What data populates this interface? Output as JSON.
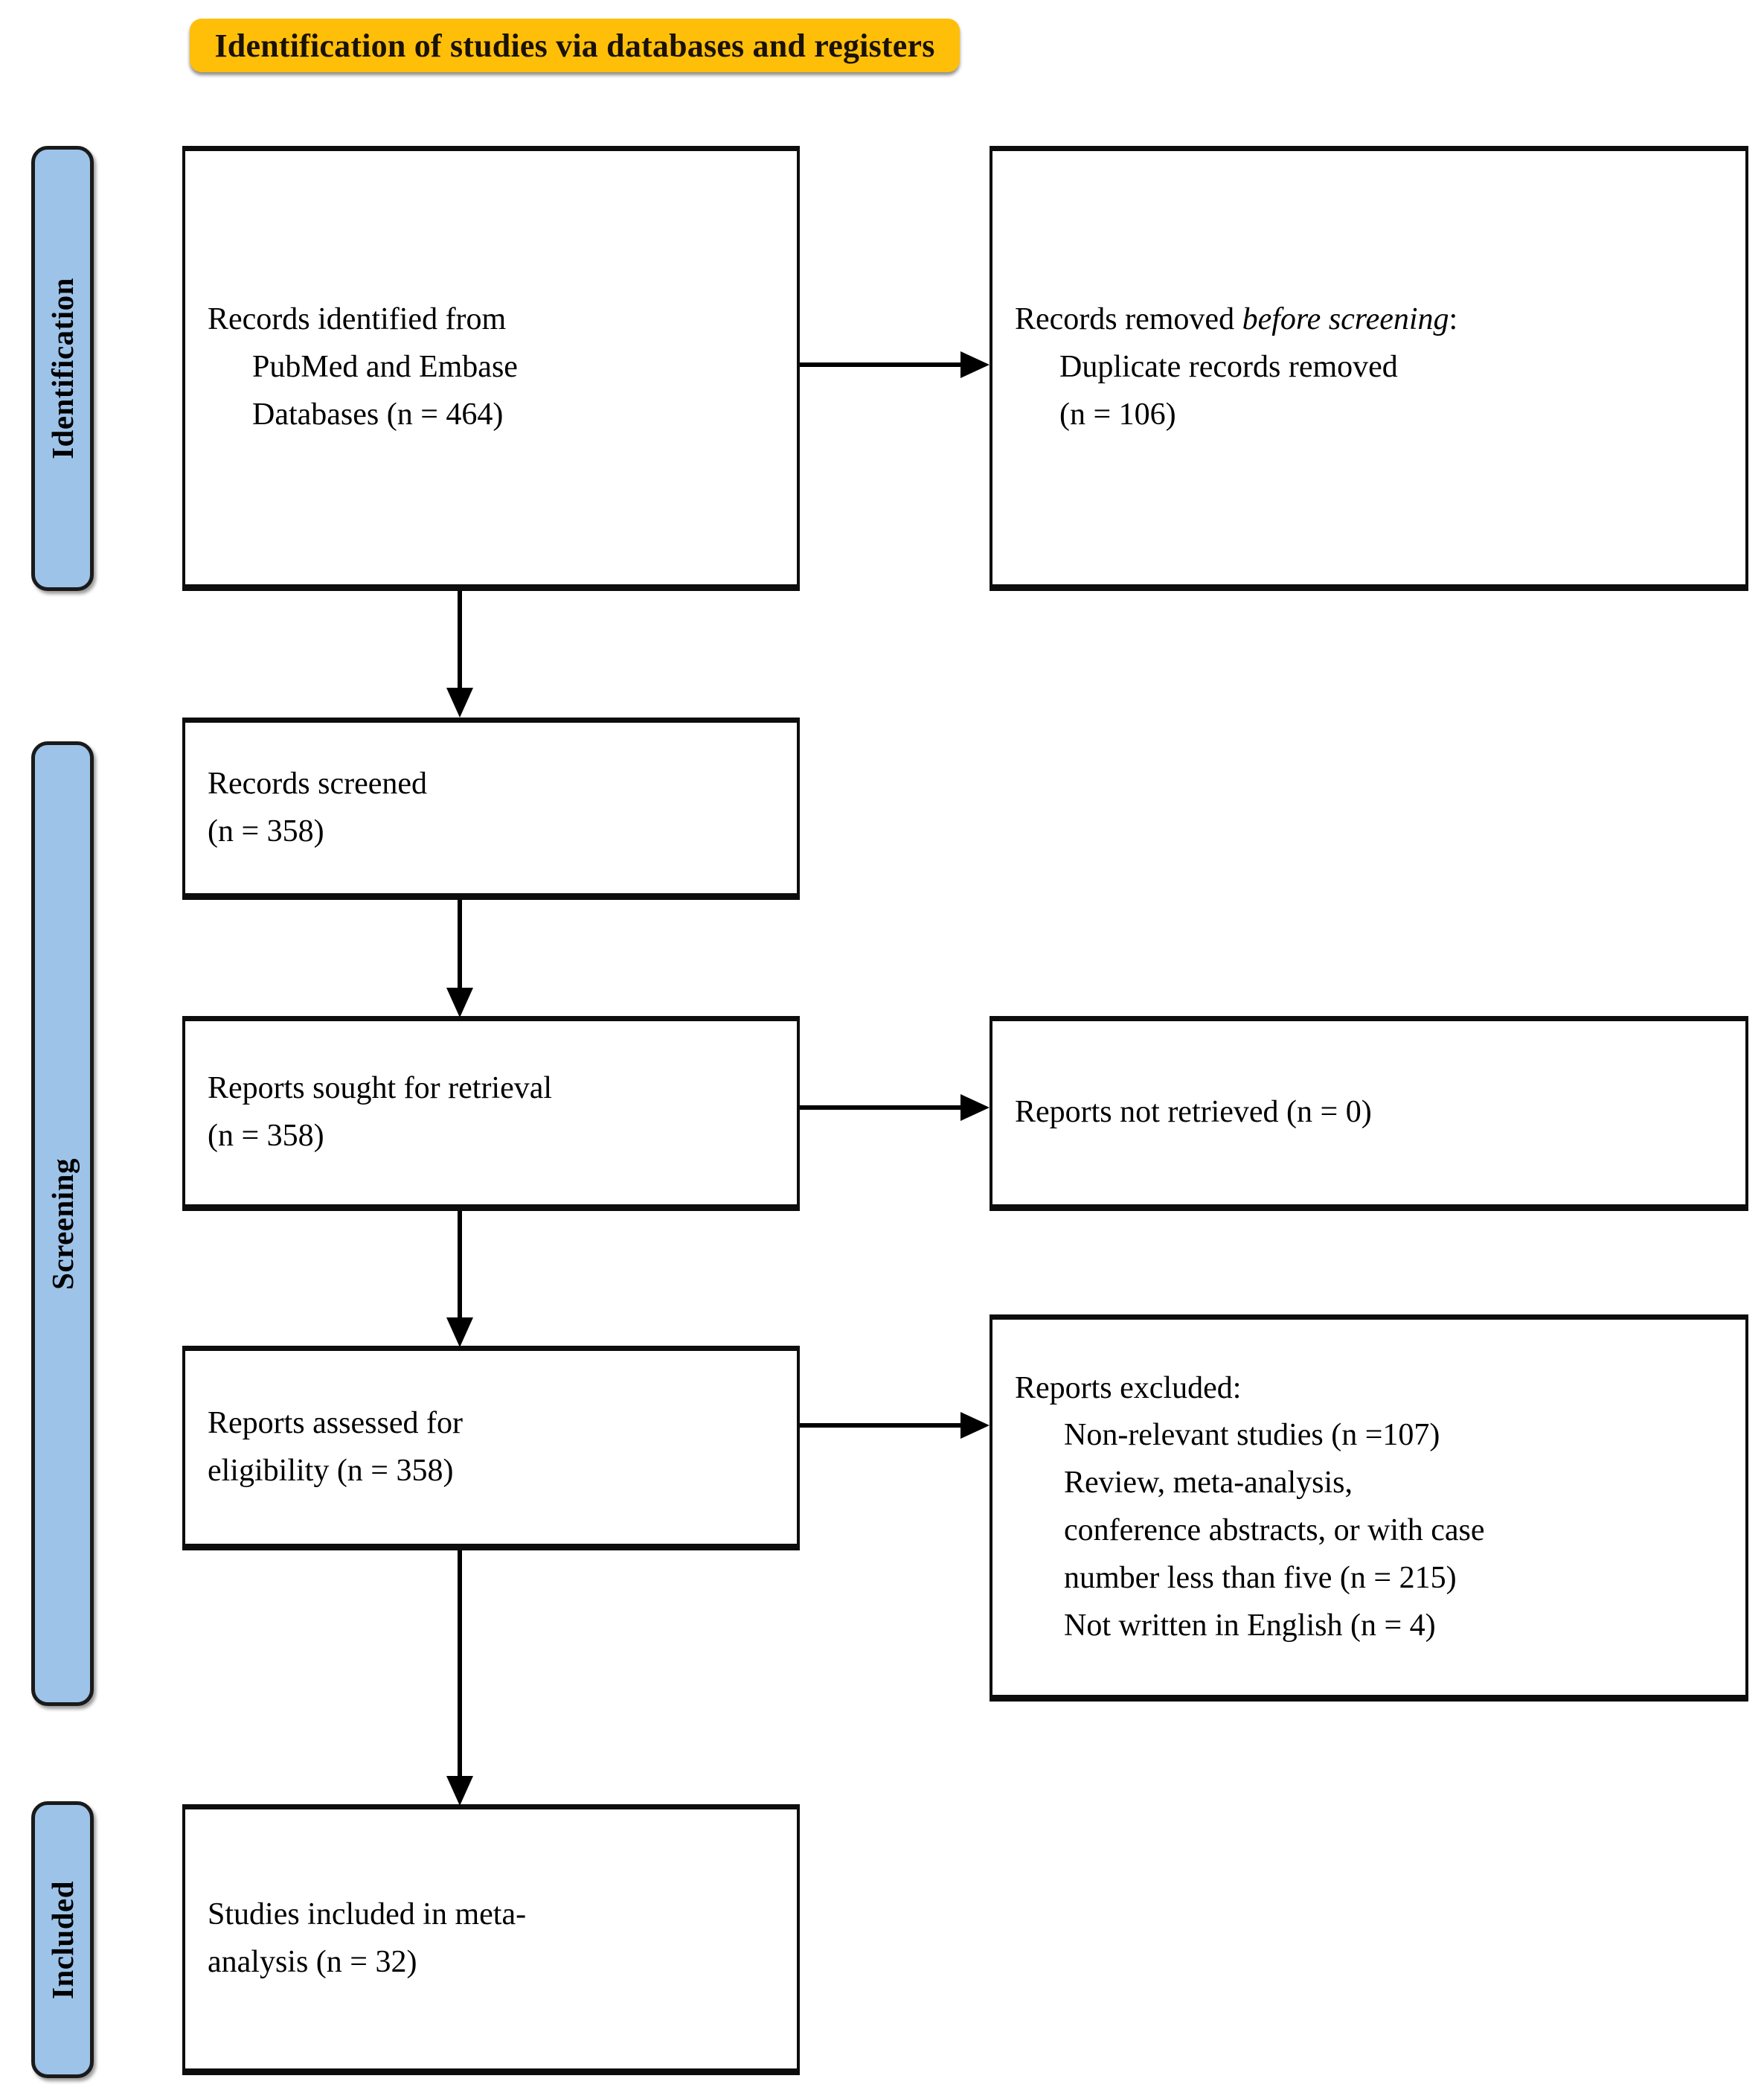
{
  "diagram": {
    "type": "prisma-flow-diagram",
    "banner": {
      "title": "Identification of studies via databases and registers",
      "color": "#FFBF09"
    },
    "stage_color": "#9DC3E9",
    "stages": [
      {
        "id": "identification",
        "label": "Identification"
      },
      {
        "id": "screening",
        "label": "Screening"
      },
      {
        "id": "included",
        "label": "Included"
      }
    ],
    "boxes": {
      "identified": {
        "line1": "Records identified from",
        "line2": "PubMed and Embase",
        "line3": "Databases (n = 464)"
      },
      "removed": {
        "line1_prefix": "Records removed ",
        "line1_italic": "before screening",
        "line1_suffix": ":",
        "line2": "Duplicate records removed",
        "line3": "(n = 106)"
      },
      "screened": {
        "line1": "Records screened",
        "line2": "(n = 358)"
      },
      "sought": {
        "line1": "Reports sought for retrieval",
        "line2": "(n = 358)"
      },
      "not_retrieved": {
        "line1": "Reports not retrieved (n = 0)"
      },
      "assessed": {
        "line1": "Reports assessed for",
        "line2": "eligibility (n = 358)"
      },
      "excluded": {
        "line1": "Reports excluded:",
        "line2": "Non-relevant studies (n =107)",
        "line3": "Review, meta-analysis,",
        "line4": "conference abstracts, or with case",
        "line5": "number less than five (n = 215)",
        "line6": "Not written in English (n = 4)"
      },
      "included": {
        "line1": "Studies included in meta-",
        "line2": "analysis (n = 32)"
      }
    },
    "counts": {
      "records_identified": 464,
      "duplicates_removed": 106,
      "records_screened": 358,
      "reports_sought": 358,
      "reports_not_retrieved": 0,
      "reports_assessed": 358,
      "excluded_non_relevant": 107,
      "excluded_review_meta_conference": 215,
      "excluded_not_english": 4,
      "studies_included": 32
    }
  }
}
